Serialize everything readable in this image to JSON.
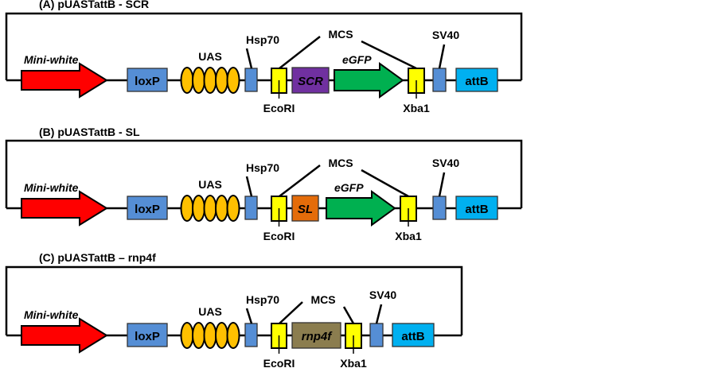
{
  "figure": {
    "type": "plasmid construct maps",
    "constructs": [
      {
        "id": "A",
        "title": "(A) pUASTattB - SCR",
        "insert": {
          "label": "SCR",
          "color": "#7030A0",
          "italic": true
        },
        "has_egfp": true,
        "elements": {
          "mini_white": "Mini-white",
          "loxp": "loxP",
          "uas": "UAS",
          "hsp70": "Hsp70",
          "mcs": "MCS",
          "ecori": "EcoRI",
          "egfp": "eGFP",
          "xba1": "Xba1",
          "sv40": "SV40",
          "attb": "attB"
        }
      },
      {
        "id": "B",
        "title": "(B) pUASTattB - SL",
        "insert": {
          "label": "SL",
          "color": "#E46C0A",
          "italic": true
        },
        "has_egfp": true,
        "elements": {
          "mini_white": "Mini-white",
          "loxp": "loxP",
          "uas": "UAS",
          "hsp70": "Hsp70",
          "mcs": "MCS",
          "ecori": "EcoRI",
          "egfp": "eGFP",
          "xba1": "Xba1",
          "sv40": "SV40",
          "attb": "attB"
        }
      },
      {
        "id": "C",
        "title": "(C) pUASTattB – rnp4f",
        "insert": {
          "label": "rnp4f",
          "color": "#8B7D4F",
          "italic": true
        },
        "has_egfp": false,
        "elements": {
          "mini_white": "Mini-white",
          "loxp": "loxP",
          "uas": "UAS",
          "hsp70": "Hsp70",
          "mcs": "MCS",
          "ecori": "EcoRI",
          "xba1": "Xba1",
          "sv40": "SV40",
          "attb": "attB"
        }
      }
    ],
    "colors": {
      "mini_white": "#FF0000",
      "loxp": "#558ED5",
      "uas": "#FFC000",
      "hsp70": "#558ED5",
      "restriction_site": "#FFFF00",
      "egfp": "#00B050",
      "sv40": "#558ED5",
      "attb": "#00B0F0"
    },
    "uas_repeat_count": 5
  }
}
